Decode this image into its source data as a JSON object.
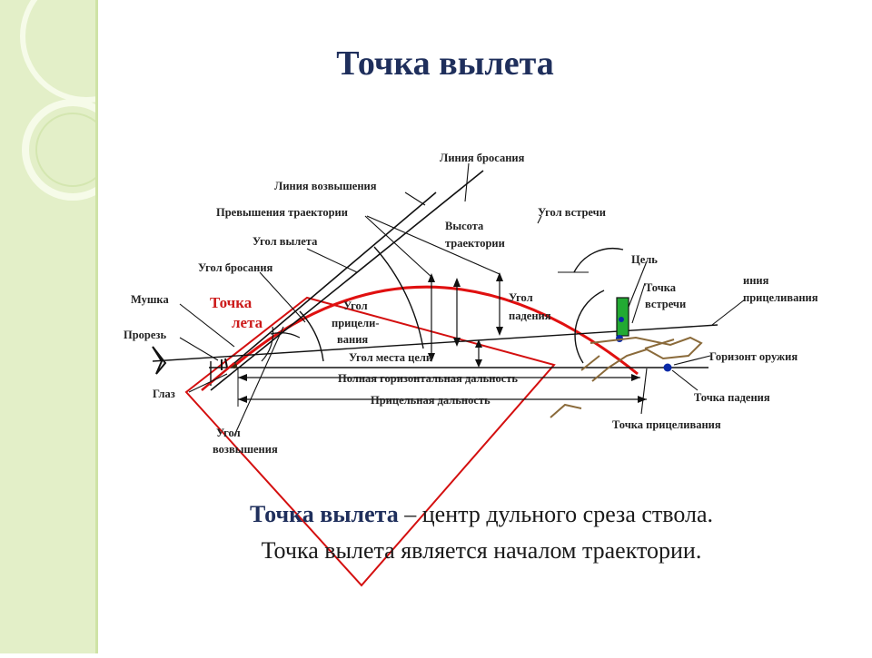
{
  "slide": {
    "title": "Точка вылета",
    "caption_term": "Точка вылета",
    "caption_rest": " – центр дульного среза ствола.",
    "caption_line2": "Точка вылета является началом траектории."
  },
  "diagram": {
    "labels": {
      "liniya_brosaniya": "Линия бросания",
      "liniya_vozvysheniya": "Линия возвышения",
      "prevysheniya": "Превышения траектории",
      "ugol_vstrechi": "Угол встречи",
      "vysota_1": "Высота",
      "vysota_2": "траектории",
      "ugol_vyleta": "Угол вылета",
      "tsel": "Цель",
      "ugol_brosaniya": "Угол бросания",
      "tochka_vstrechi_1": "Точка",
      "tochka_vstrechi_2": "встречи",
      "liniya_pric_1": "иния",
      "liniya_pric_2": "прицеливания",
      "mushka": "Мушка",
      "tochka_red_1": "Точка",
      "tochka_red_2": "лета",
      "ugol_pric_1": "Угол",
      "ugol_pric_2": "прицели-",
      "ugol_pric_3": "вания",
      "ugol_padeniya_1": "Угол",
      "ugol_padeniya_2": "падения",
      "prorez": "Прорезь",
      "ugol_mesta": "Угол места цели",
      "gorizont": "Горизонт оружия",
      "polnaya": "Полная горизонтальная дальность",
      "glaz": "Глаз",
      "pritselnaya": "Прицельная дальность",
      "tochka_padeniya": "Точка падения",
      "ugol_vozv_1": "Угол",
      "ugol_vozv_2": "возвышения",
      "tochka_pritselivaniya": "Точка прицеливания"
    }
  }
}
